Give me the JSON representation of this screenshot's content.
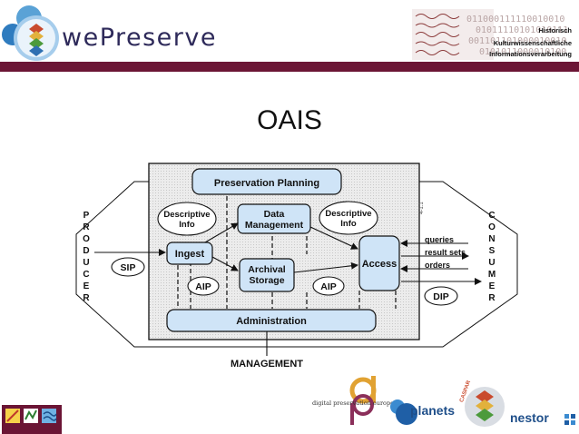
{
  "header": {
    "logo_text": "wePreserve",
    "hki_lines": [
      "Historisch",
      "Kulturwissenschaftliche",
      "Informationsverarbeitung"
    ],
    "binary_lines": [
      "011000111110010010",
      "01011110101010111",
      "001101101000010010",
      "0101011000010100"
    ]
  },
  "title": "OAIS",
  "diagram": {
    "producer_letters": [
      "P",
      "R",
      "O",
      "D",
      "U",
      "C",
      "E",
      "R"
    ],
    "consumer_letters": [
      "C",
      "O",
      "N",
      "S",
      "U",
      "M",
      "E",
      "R"
    ],
    "boxes": {
      "preservation_planning": "Preservation Planning",
      "data_management": [
        "Data",
        "Management"
      ],
      "ingest": "Ingest",
      "archival_storage": [
        "Archival",
        "Storage"
      ],
      "access": "Access",
      "administration": "Administration"
    },
    "ovals": {
      "descriptive_info_left": [
        "Descriptive",
        "Info"
      ],
      "descriptive_info_right": [
        "Descriptive",
        "Info"
      ],
      "sip": "SIP",
      "aip_left": "AIP",
      "aip_right": "AIP",
      "dip": "DIP"
    },
    "consumer_flows": [
      "queries",
      "result sets",
      "orders"
    ],
    "management": "MANAGEMENT",
    "figure_tag": "4-1.1"
  },
  "footer": {
    "dpe_text": "digital preservation europe",
    "planets_text": "planets",
    "caspar_text": "CASPAR",
    "nestor_text": "nestor"
  },
  "colors": {
    "band": "#6b1535",
    "box_fill": "#cfe4f7",
    "diagram_bg": "#e6e6e6",
    "logo_blue": "#3a8cc6"
  }
}
